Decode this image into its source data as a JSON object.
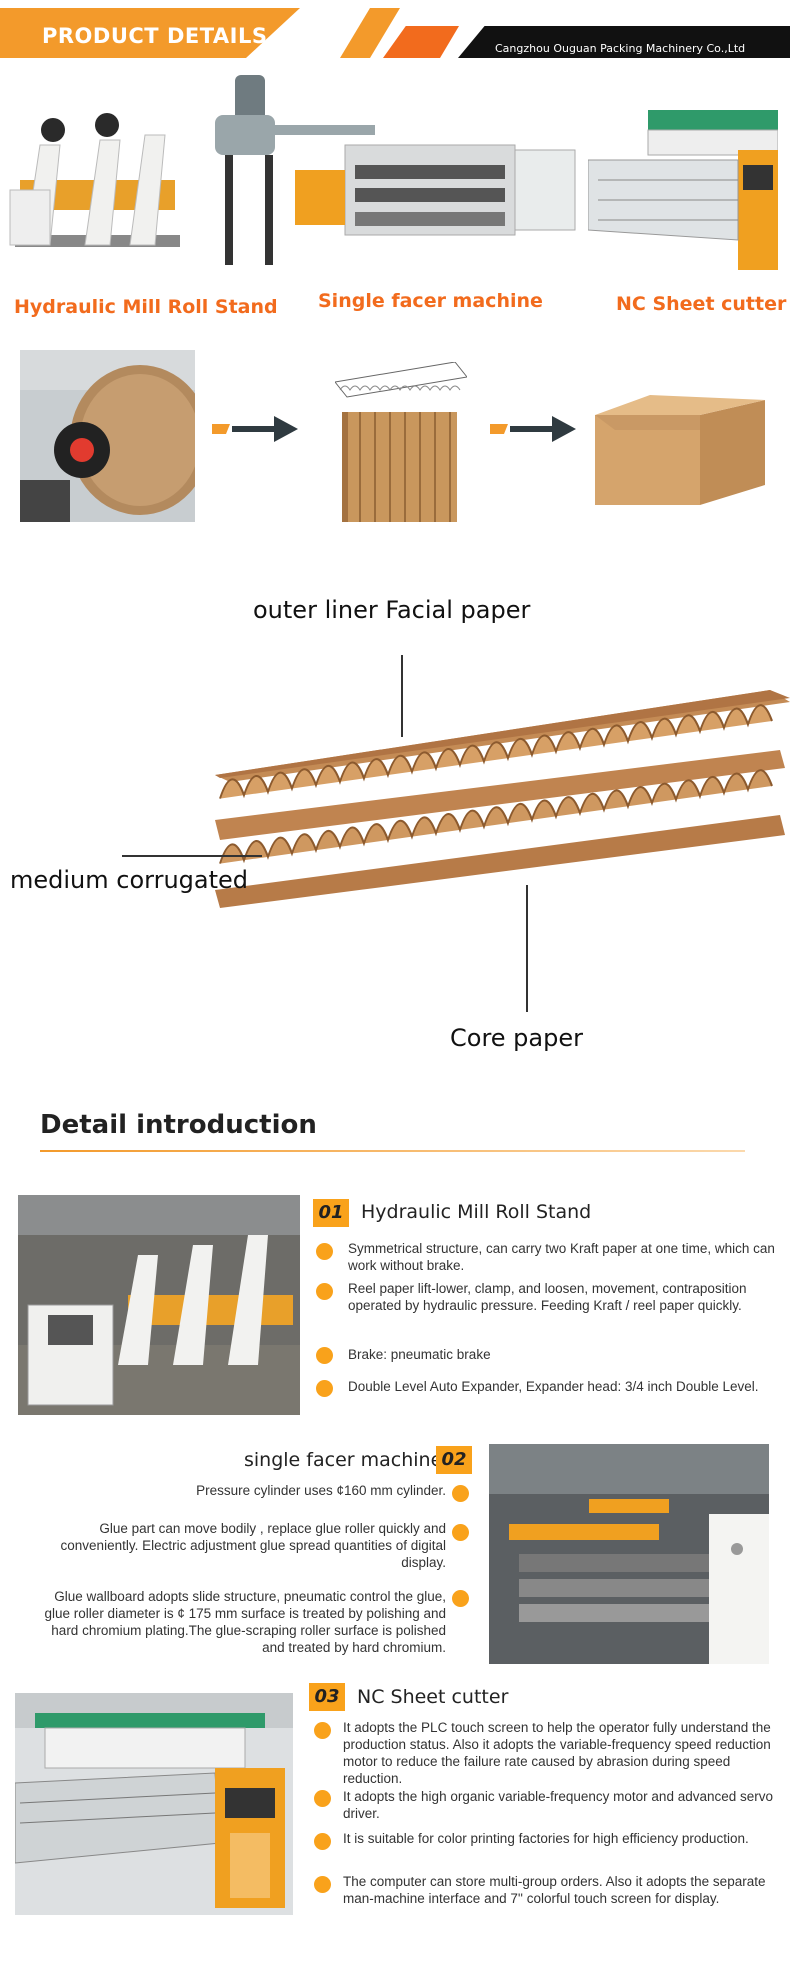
{
  "header": {
    "title": "PRODUCT DETAILS",
    "company": "Cangzhou Ouguan Packing Machinery Co.,Ltd"
  },
  "machines": [
    {
      "label": "Hydraulic Mill Roll Stand"
    },
    {
      "label": "Single facer machine"
    },
    {
      "label": "NC Sheet cutter"
    }
  ],
  "diagram": {
    "outer_liner": "outer liner Facial paper",
    "medium": "medium corrugated",
    "core": "Core paper"
  },
  "detail": {
    "title": "Detail introduction",
    "items": [
      {
        "num": "01",
        "title": "Hydraulic Mill Roll Stand",
        "bullets": [
          "Symmetrical structure, can carry two Kraft paper at one time, which can work without brake.",
          "Reel paper lift-lower, clamp, and loosen, movement, contraposition operated by hydraulic pressure. Feeding Kraft / reel paper quickly.",
          "Brake: pneumatic brake",
          "Double Level Auto Expander, Expander head: 3/4 inch Double Level."
        ]
      },
      {
        "num": "02",
        "title": "single facer machine",
        "bullets": [
          "Pressure cylinder uses ¢160 mm cylinder.",
          "Glue part can move bodily , replace glue roller quickly and conveniently. Electric adjustment glue spread quantities of digital display.",
          "Glue wallboard adopts slide structure, pneumatic control the glue, glue roller diameter is ¢ 175 mm  surface is treated by polishing and hard chromium plating.The glue-scraping  roller surface is polished and treated by hard chromium."
        ]
      },
      {
        "num": "03",
        "title": "NC Sheet cutter",
        "bullets": [
          "It adopts the PLC touch screen to help the operator fully understand the production status. Also it adopts the variable-frequency speed reduction motor to reduce the failure rate caused by abrasion during speed reduction.",
          "It adopts the high organic variable-frequency motor and advanced servo driver.",
          "It is suitable for color printing factories for high efficiency production.",
          "The computer can store multi-group orders. Also it adopts the separate man-machine interface and 7'' colorful touch screen for display."
        ]
      }
    ]
  }
}
